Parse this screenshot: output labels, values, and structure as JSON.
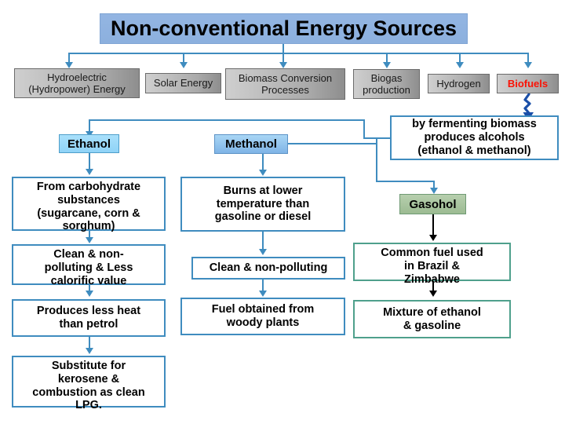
{
  "diagram": {
    "title": "Non-conventional Energy Sources",
    "level1": [
      {
        "label": "Hydroelectric\n(Hydropower) Energy",
        "line1": "Hydroelectric",
        "line2": "(Hydropower) Energy",
        "style": "grey"
      },
      {
        "label": "Solar Energy",
        "line1": "Solar Energy",
        "line2": "",
        "style": "grey"
      },
      {
        "label": "Biomass Conversion Processes",
        "line1": "Biomass Conversion",
        "line2": "Processes",
        "style": "grey"
      },
      {
        "label": "Biogas production",
        "line1": "Biogas",
        "line2": "production",
        "style": "grey"
      },
      {
        "label": "Hydrogen",
        "line1": "Hydrogen",
        "line2": "",
        "style": "grey"
      },
      {
        "label": "Biofuels",
        "line1": "Biofuels",
        "line2": "",
        "style": "grey-red"
      }
    ],
    "chips": {
      "ethanol": "Ethanol",
      "methanol": "Methanol",
      "gasohol": "Gasohol"
    },
    "fermenting_note": {
      "line1": "by fermenting biomass",
      "line2": "produces alcohols",
      "line3": "(ethanol & methanol)"
    },
    "ethanol_facts": [
      {
        "line1": "From carbohydrate",
        "line2": "substances",
        "line3": "(sugarcane, corn &",
        "line4": "sorghum)"
      },
      {
        "line1": "Clean & non-",
        "line2": "polluting & Less",
        "line3": "calorific value",
        "line4": ""
      },
      {
        "line1": "Produces less heat",
        "line2": "than petrol",
        "line3": "",
        "line4": ""
      },
      {
        "line1": "Substitute for",
        "line2": "kerosene &",
        "line3": "combustion as clean",
        "line4": "LPG."
      }
    ],
    "methanol_facts": [
      {
        "line1": "Burns at lower",
        "line2": "temperature than",
        "line3": "gasoline or diesel"
      },
      {
        "line1": "Clean & non-polluting",
        "line2": "",
        "line3": ""
      },
      {
        "line1": "Fuel obtained from",
        "line2": "woody plants",
        "line3": ""
      }
    ],
    "gasohol_facts": [
      {
        "line1": "Common fuel used",
        "line2": "in Brazil &",
        "line3": "Zimbabwe"
      },
      {
        "line1": "Mixture of ethanol",
        "line2": "& gasoline",
        "line3": ""
      }
    ],
    "colors": {
      "title_fill": "#8cb0de",
      "grey_fill": "#a9a9a9",
      "blue_chip": "#8fd3f7",
      "green_chip": "#9cbb92",
      "connector_blue": "#3f8cbf",
      "connector_black": "#000000",
      "biofuels_text": "#fa1205",
      "teal_border": "#4fa08c"
    },
    "icons": {
      "lightning_arrow": "lightning-bolt-arrow-icon"
    }
  }
}
